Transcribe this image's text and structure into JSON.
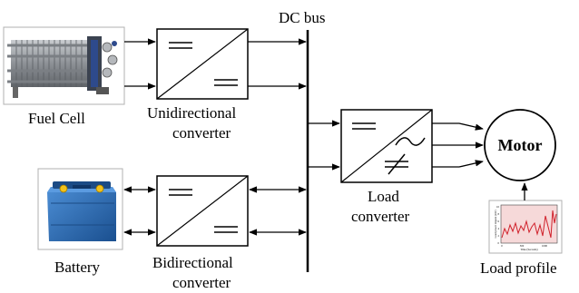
{
  "diagram": {
    "dc_bus_label": "DC bus",
    "fuel_cell_label": "Fuel Cell",
    "battery_label": "Battery",
    "unidirectional_label_line1": "Unidirectional",
    "unidirectional_label_line2": "converter",
    "bidirectional_label_line1": "Bidirectional",
    "bidirectional_label_line2": "converter",
    "load_converter_label_line1": "Load",
    "load_converter_label_line2": "converter",
    "motor_label": "Motor",
    "load_profile_label": "Load profile",
    "load_profile_thumb": {
      "xlabel": "Time (Seconds)",
      "ylabel": "Load power request (kW)",
      "x_ticks": [
        "0",
        "500",
        "1000"
      ],
      "y_ticks": [
        "10",
        "8",
        "6",
        "4",
        "2",
        "0"
      ]
    }
  },
  "colors": {
    "line": "#000000",
    "fuel_cell_metal": "#9a9ea3",
    "fuel_cell_dark": "#3b4250",
    "fuel_cell_blue": "#2e4a8c",
    "battery_blue": "#2d6fb8",
    "battery_dark": "#1b4b85",
    "battery_yellow": "#f2c21a",
    "profile_line": "#d0202a",
    "profile_bg": "#f6d9d9"
  },
  "icons": [
    "fuel-cell-stack-image",
    "battery-image",
    "load-profile-plot-image",
    "dc-dc-converter-symbol",
    "dc-ac-converter-symbol"
  ]
}
